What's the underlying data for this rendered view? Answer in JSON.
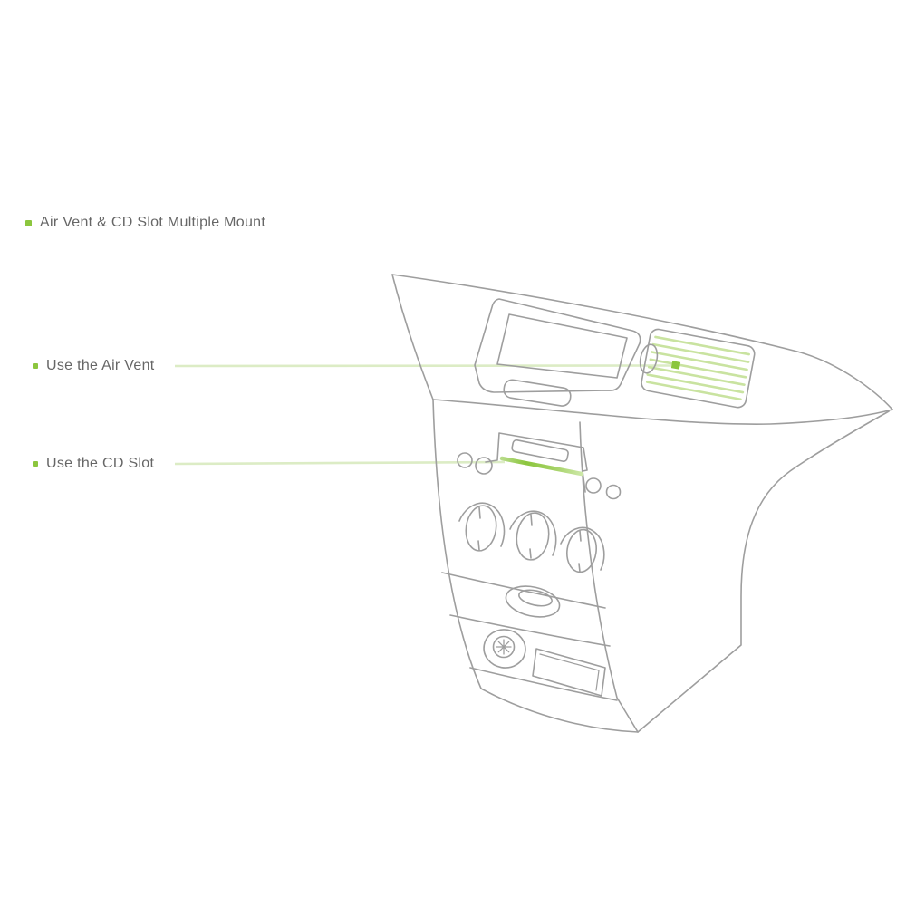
{
  "annotations": {
    "title": {
      "label": "Air Vent & CD Slot Multiple Mount"
    },
    "labels": [
      {
        "label": "Use the Air Vent",
        "target": "air-vent"
      },
      {
        "label": "Use the CD Slot",
        "target": "cd-slot"
      }
    ]
  },
  "colors": {
    "accent_green": "#8cc63e",
    "leader_light_green": "#dcecc5",
    "louver_green": "#c9e3a0",
    "line_gray": "#9e9e9e",
    "text_gray": "#666666",
    "bg": "#ffffff"
  },
  "diagram": {
    "subject": "car dashboard center console line drawing",
    "parts": [
      "dashboard-top-panel",
      "display-housing",
      "display-screen",
      "clock-slot",
      "air-vent",
      "cd-slot",
      "radio-buttons",
      "climate-knobs",
      "ashtray-oval",
      "cigarette-lighter",
      "storage-slot"
    ]
  }
}
